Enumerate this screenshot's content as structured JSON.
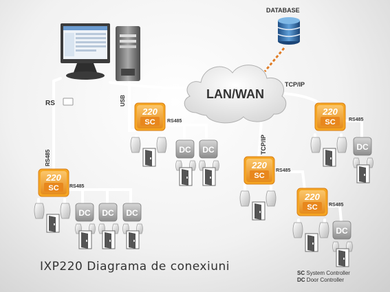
{
  "labels": {
    "database": "DATABASE",
    "lan": "LAN/WAN",
    "tcp1": "TCP/IP",
    "tcp2": "TCP/IP",
    "rs": "RS",
    "usb": "USB",
    "rs485": "RS485"
  },
  "controller": {
    "num": "220",
    "code": "SC"
  },
  "door_controller": {
    "code": "DC"
  },
  "title": "IXP220 Diagrama de conexiuni",
  "legend": [
    {
      "code": "SC",
      "text": "System Controller"
    },
    {
      "code": "DC",
      "text": "Door Controller"
    }
  ],
  "colors": {
    "controller": "#f5a623",
    "controller_dark": "#d9801a",
    "link": "#ffffff",
    "db_link": "#e07b24"
  }
}
